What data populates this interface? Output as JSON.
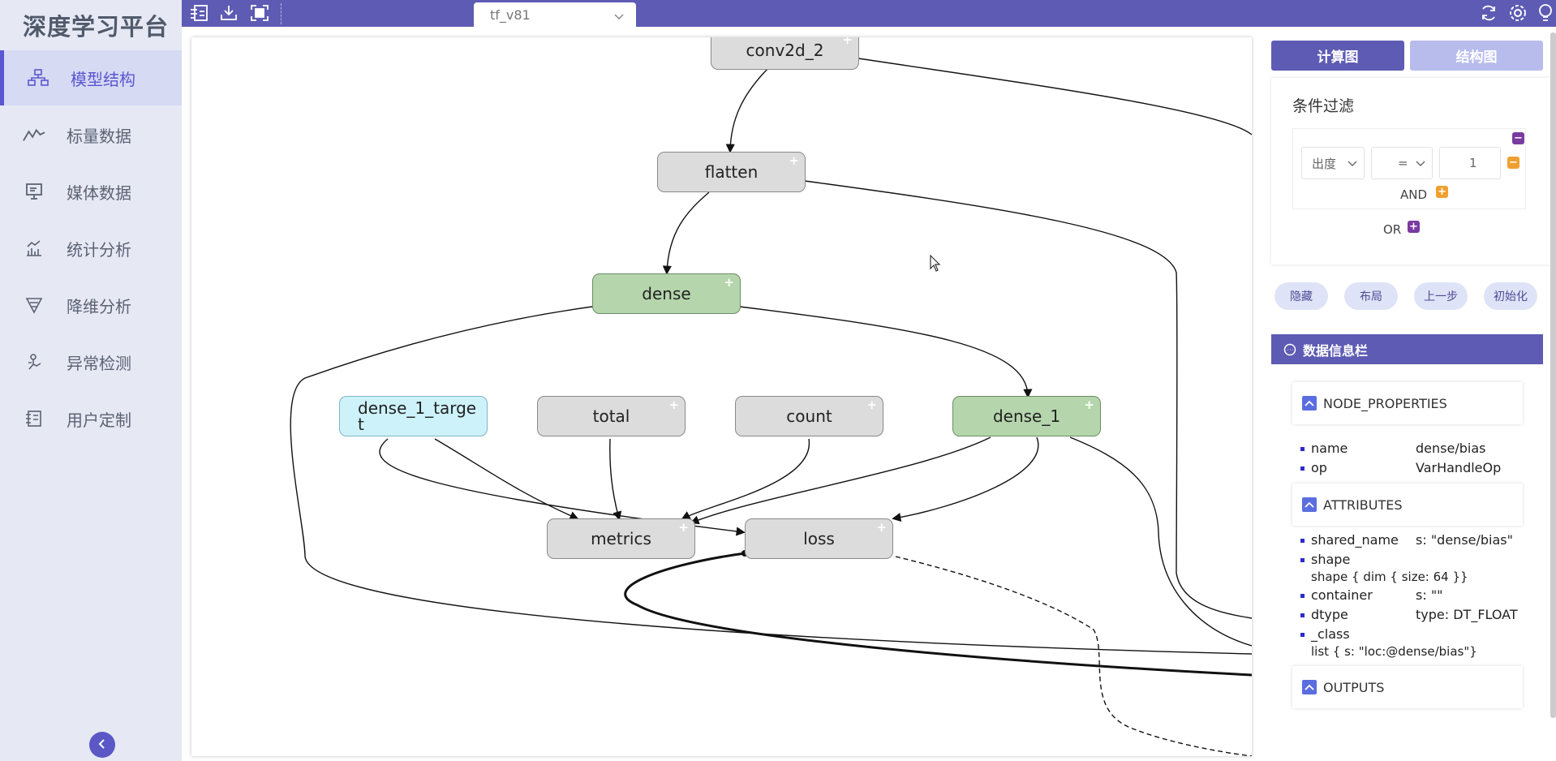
{
  "app": {
    "logo": "深度学习平台"
  },
  "sidebar": {
    "items": [
      {
        "label": "模型结构",
        "icon": "model-structure-icon",
        "active": true
      },
      {
        "label": "标量数据",
        "icon": "scalar-chart-icon"
      },
      {
        "label": "媒体数据",
        "icon": "media-monitor-icon"
      },
      {
        "label": "统计分析",
        "icon": "statistics-icon"
      },
      {
        "label": "降维分析",
        "icon": "dimension-reduction-icon"
      },
      {
        "label": "异常检测",
        "icon": "anomaly-detection-icon"
      },
      {
        "label": "用户定制",
        "icon": "user-custom-icon"
      }
    ],
    "collapse_icon": "chevron-left-icon"
  },
  "toolbar": {
    "icons": [
      "import-icon",
      "download-icon",
      "fit-screen-icon",
      "refresh-icon",
      "settings-icon",
      "bulb-icon"
    ],
    "model_select": "tf_v81"
  },
  "graph": {
    "nodes": [
      {
        "id": "conv2d_2",
        "label": "conv2d_2",
        "kind": "gray"
      },
      {
        "id": "flatten",
        "label": "flatten",
        "kind": "gray"
      },
      {
        "id": "dense",
        "label": "dense",
        "kind": "green"
      },
      {
        "id": "dense_1_target",
        "label": "dense_1_targe\nt",
        "kind": "cyan"
      },
      {
        "id": "total",
        "label": "total",
        "kind": "gray"
      },
      {
        "id": "count",
        "label": "count",
        "kind": "gray"
      },
      {
        "id": "dense_1",
        "label": "dense_1",
        "kind": "green"
      },
      {
        "id": "metrics",
        "label": "metrics",
        "kind": "gray"
      },
      {
        "id": "loss",
        "label": "loss",
        "kind": "gray"
      }
    ],
    "expand_symbol": "+"
  },
  "panel": {
    "tabs": [
      {
        "label": "计算图",
        "active": true
      },
      {
        "label": "结构图",
        "active": false
      }
    ],
    "filter": {
      "title": "条件过滤",
      "field": "出度",
      "operator": "=",
      "value": "1",
      "and_label": "AND",
      "or_label": "OR"
    },
    "actions": [
      "隐藏",
      "布局",
      "上一步",
      "初始化"
    ],
    "info_title": "数据信息栏",
    "sections": {
      "node_properties": "NODE_PROPERTIES",
      "attributes": "ATTRIBUTES",
      "outputs": "OUTPUTS"
    },
    "node_properties": [
      {
        "key": "name",
        "value": "dense/bias"
      },
      {
        "key": "op",
        "value": "VarHandleOp"
      }
    ],
    "attributes": {
      "shared_name_key": "shared_name",
      "shared_name_val": "s: \"dense/bias\"",
      "shape_key": "shape",
      "shape_val": "shape { dim { size: 64 }}",
      "container_key": "container",
      "container_val": "s: \"\"",
      "dtype_key": "dtype",
      "dtype_val": "type: DT_FLOAT",
      "class_key": "_class",
      "class_val": "list { s: \"loc:@dense/bias\"}"
    }
  },
  "colors": {
    "primary": "#5e5bb4",
    "sidebar_bg": "#e6e8f4",
    "node_gray": "#dcdcdc",
    "node_green": "#b5d5ac",
    "node_cyan": "#cdf2fa",
    "accent_orange": "#f0a030",
    "accent_purple": "#7a3aa0"
  }
}
